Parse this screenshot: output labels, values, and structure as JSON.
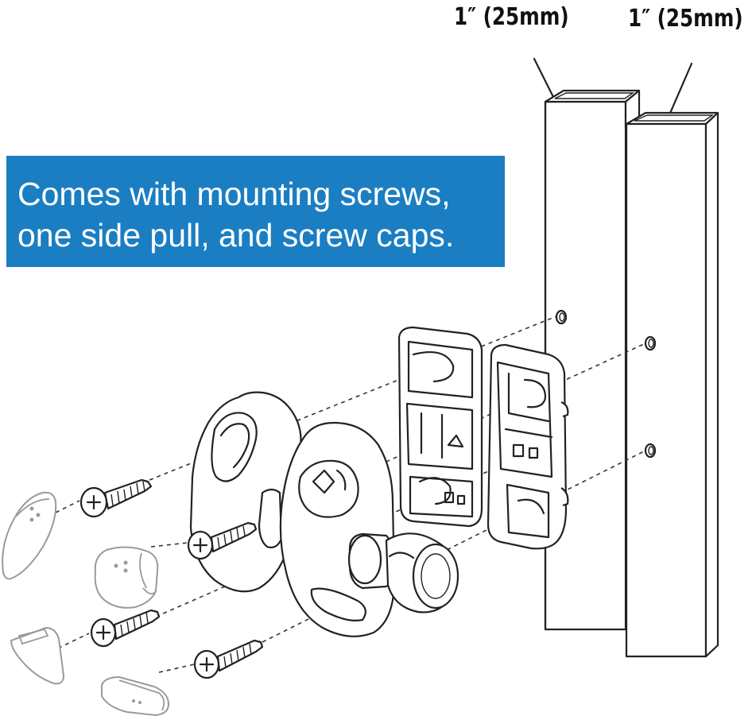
{
  "dimensions": {
    "left_post_label": "1″ (25mm)",
    "right_post_label": "1″ (25mm)"
  },
  "banner": {
    "line1": "Comes with mounting screws,",
    "line2": "one side pull, and screw caps."
  },
  "colors": {
    "banner_background": "#1b7ec2",
    "banner_text": "#ffffff",
    "line_art": "#222222",
    "screw_cap_outline": "#9a9a9a"
  }
}
